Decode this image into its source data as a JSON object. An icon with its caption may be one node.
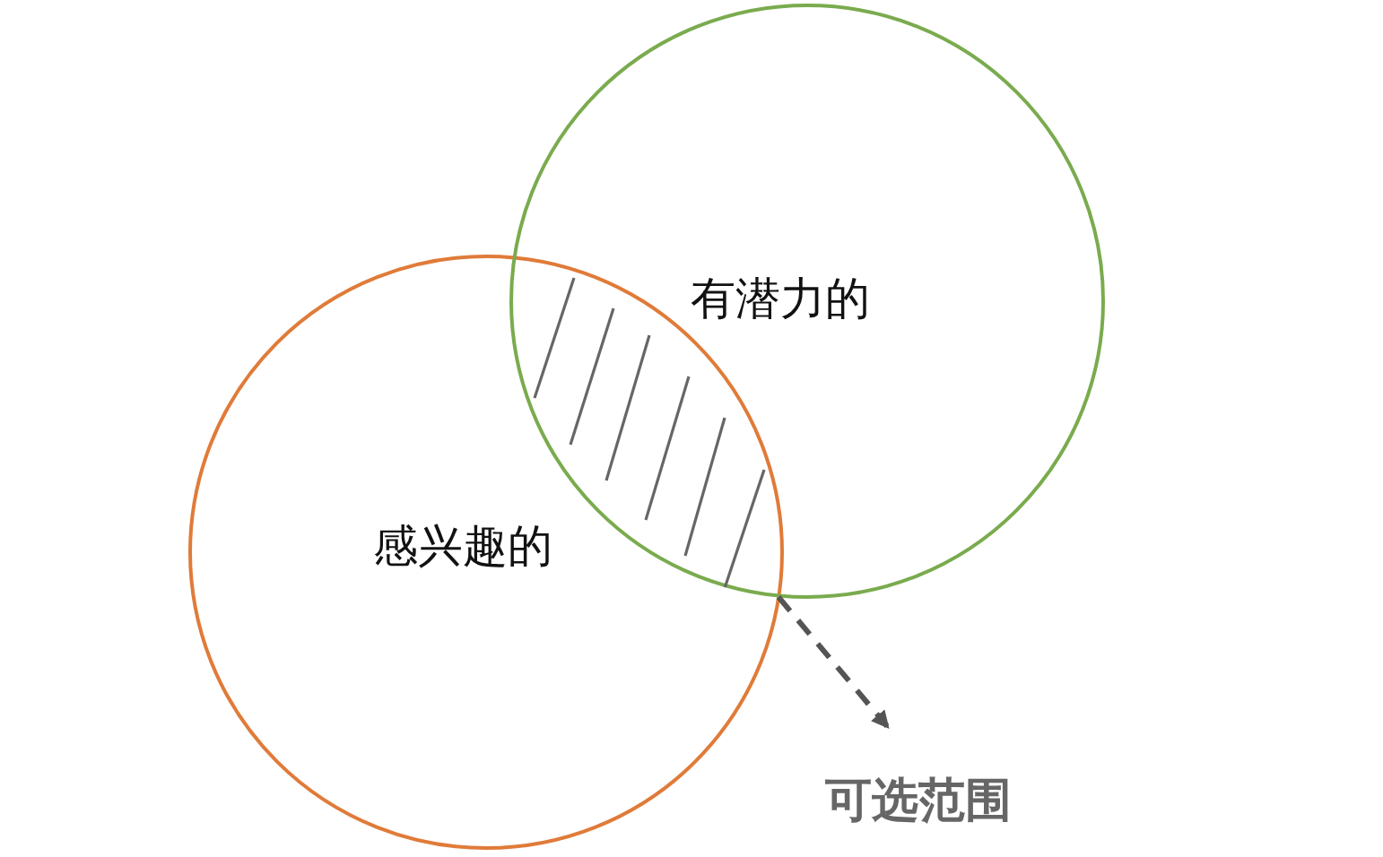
{
  "diagram": {
    "nodes": [
      {
        "text": [
          "感兴趣的"
        ]
      },
      {
        "text": [
          "有潜力的"
        ]
      },
      {
        "text": [],
        "shape": "lens"
      },
      {
        "text": [
          "可选范围"
        ]
      }
    ],
    "edges": [
      {
        "from": 2,
        "to": 3,
        "arrow": "to",
        "style": "dashed",
        "color": "#555555"
      }
    ]
  }
}
